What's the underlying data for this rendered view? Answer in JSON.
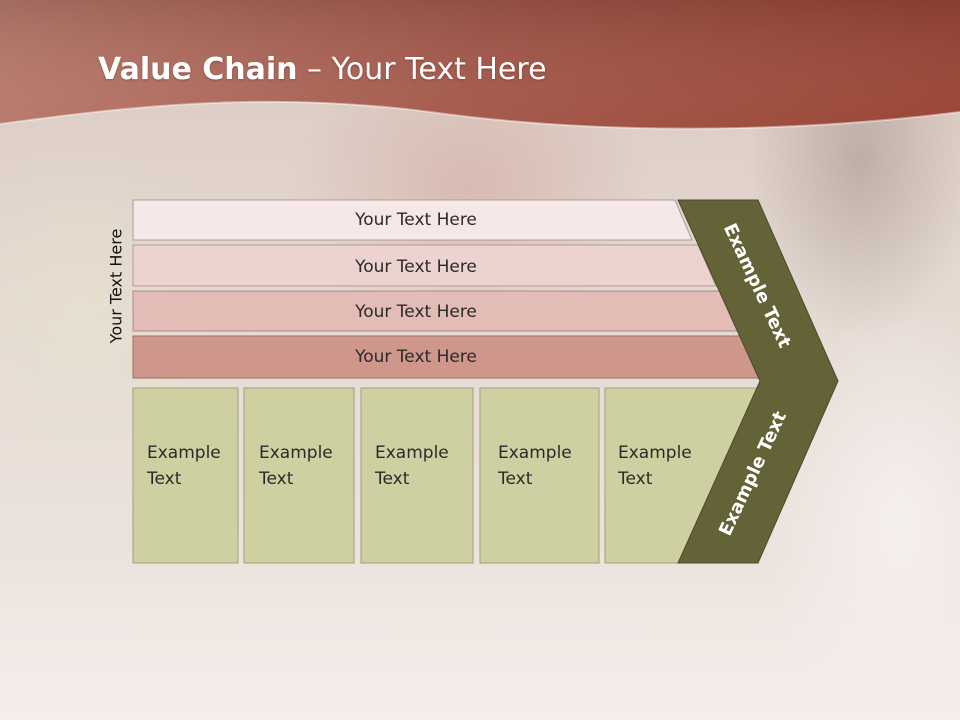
{
  "slide": {
    "title_bold": "Value Chain",
    "title_rest": " – Your Text Here",
    "vertical_label": "Your Text Here"
  },
  "rows": [
    {
      "label": "Your Text Here",
      "color": "#f5e8e6"
    },
    {
      "label": "Your Text Here",
      "color": "#ecd3cf"
    },
    {
      "label": "Your Text Here",
      "color": "#e2bcb5"
    },
    {
      "label": "Your Text Here",
      "color": "#cf968c"
    }
  ],
  "columns": [
    {
      "line1": "Example",
      "line2": "Text"
    },
    {
      "line1": "Example",
      "line2": "Text"
    },
    {
      "line1": "Example",
      "line2": "Text"
    },
    {
      "line1": "Example",
      "line2": "Text"
    },
    {
      "line1": "Example",
      "line2": "Text"
    }
  ],
  "chevron": {
    "upper_label": "Example Text",
    "lower_label": "Example Text",
    "color": "#636337"
  },
  "colors": {
    "header": "#a6584a",
    "column_fill": "#cfd0a1",
    "column_border": "#9f9f80"
  }
}
